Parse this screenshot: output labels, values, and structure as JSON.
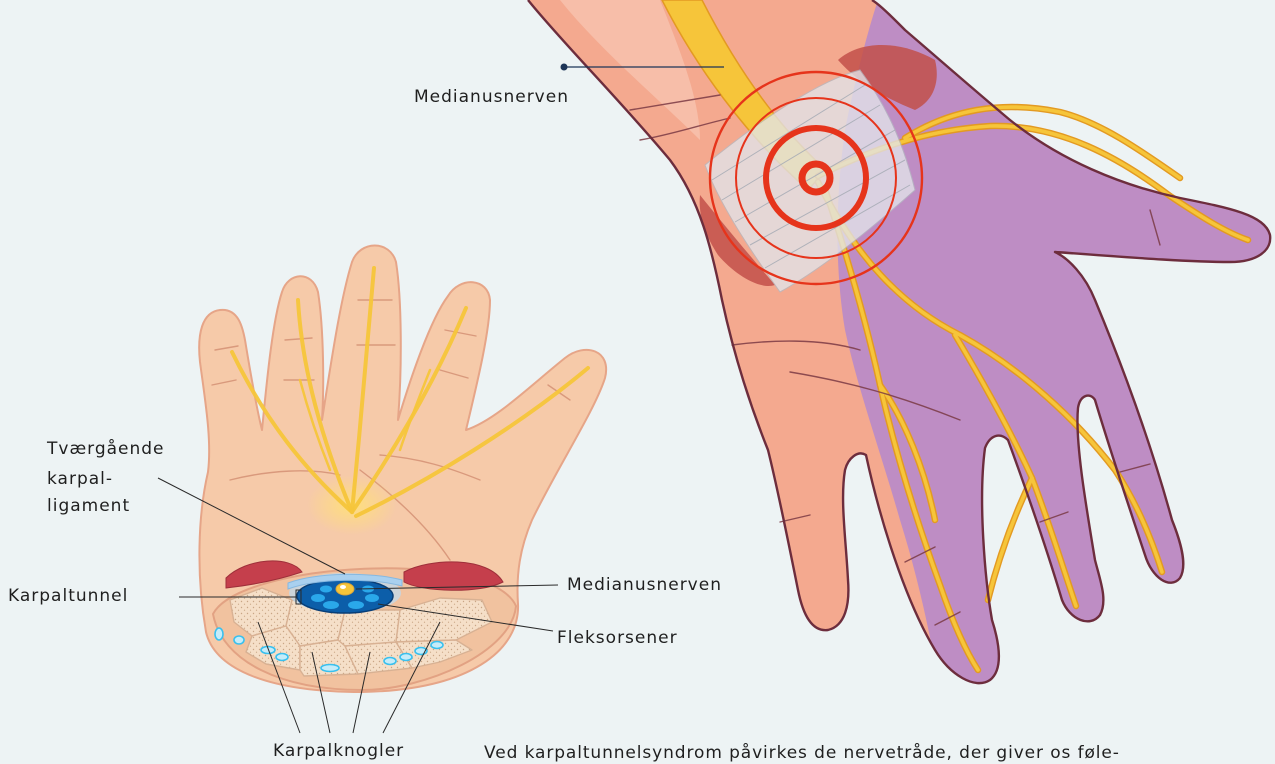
{
  "colors": {
    "background": "#edf3f4",
    "skin": "#f4a98f",
    "median_area": "#b98bc8",
    "nerve": "#f6c53a",
    "pain_rings": "#e6341b",
    "small_hand_skin": "#f6caa9",
    "tunnel": "#0c5ea9",
    "text": "#1f1f1f",
    "leader_dot": "#1d3557"
  },
  "large_hand": {
    "nerve_label": "Medianusnerven"
  },
  "cross_section": {
    "ligament_label": [
      "Tværgående",
      "karpal-",
      "ligament"
    ],
    "tunnel_label": "Karpaltunnel",
    "nerve_label": "Medianusnerven",
    "tendons_label": "Fleksorsener",
    "bones_label": "Karpalknogler"
  },
  "caption": "Ved karpaltunnelsyndrom påvirkes de nervetråde, der giver os føle-"
}
